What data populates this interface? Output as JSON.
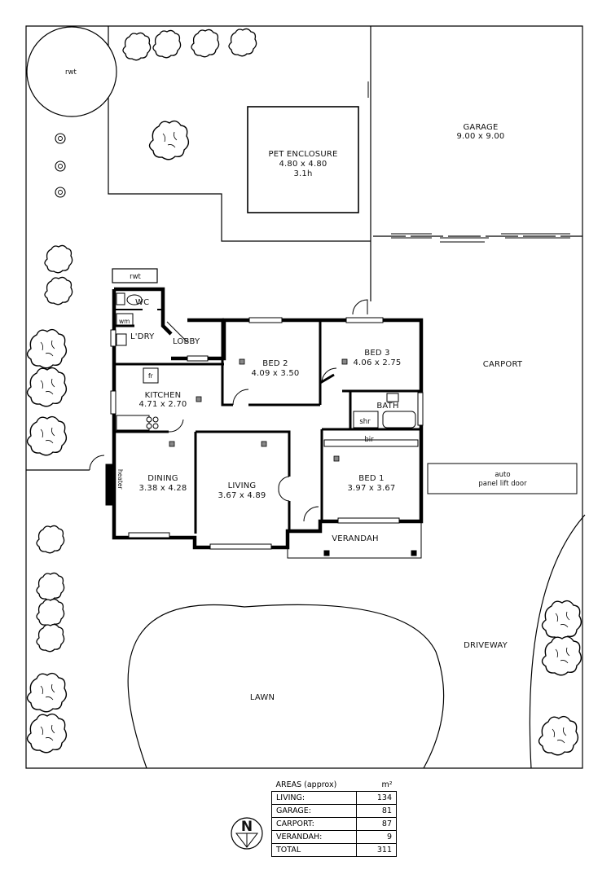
{
  "labels": {
    "rwt_tank_tree": "rwt",
    "pet_enclosure": "PET ENCLOSURE",
    "pet_enclosure_dims": "4.80 x 4.80",
    "pet_enclosure_height": "3.1h",
    "garage": "GARAGE",
    "garage_dims": "9.00 x 9.00",
    "rwt_tank": "rwt",
    "wc": "WC",
    "wm": "wm",
    "laundry": "L'DRY",
    "lobby": "LOBBY",
    "bed2": "BED 2",
    "bed2_dims": "4.09 x 3.50",
    "bed3": "BED 3",
    "bed3_dims": "4.06 x 2.75",
    "carport": "CARPORT",
    "fridge": "fr",
    "kitchen": "KITCHEN",
    "kitchen_dims": "4.71 x 2.70",
    "bath": "BATH",
    "shower": "shr",
    "bir": "bir",
    "heater": "heater",
    "dining": "DINING",
    "dining_dims": "3.38 x 4.28",
    "living": "LIVING",
    "living_dims": "3.67 x 4.89",
    "bed1": "BED 1",
    "bed1_dims": "3.97 x 3.67",
    "auto_door_line1": "auto",
    "auto_door_line2": "panel lift door",
    "verandah": "VERANDAH",
    "driveway": "DRIVEWAY",
    "lawn": "LAWN",
    "north": "N"
  },
  "areas": {
    "title": "AREAS (approx)",
    "unit": "m²",
    "rows": [
      {
        "name": "LIVING:",
        "value": "134"
      },
      {
        "name": "GARAGE:",
        "value": "81"
      },
      {
        "name": "CARPORT:",
        "value": "87"
      },
      {
        "name": "VERANDAH:",
        "value": "9"
      }
    ],
    "total": {
      "name": "TOTAL",
      "value": "311"
    }
  }
}
